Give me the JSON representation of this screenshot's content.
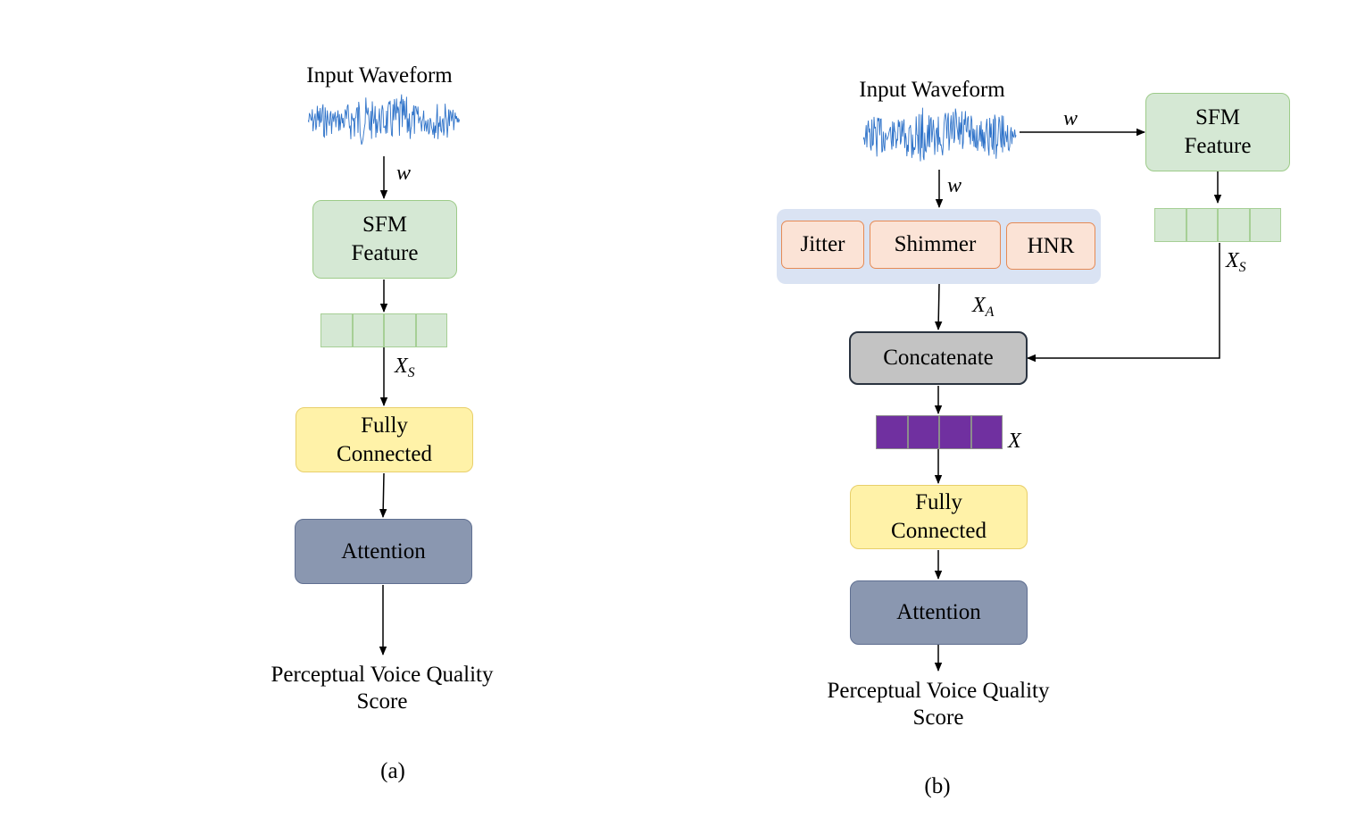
{
  "colors": {
    "sfm_fill": "#d5e8d4",
    "fc_fill": "#fff2a8",
    "attention_fill": "#8a97b0",
    "concat_fill": "#c3c3c3",
    "acoustic_fill": "#fbe3d6",
    "acoustic_panel": "#dae3f3",
    "fused_vector": "#7030a0",
    "waveform": "#2f73c9"
  },
  "icons": {
    "waveform": "audio-waveform-icon"
  },
  "panel_a": {
    "caption": "(a)",
    "input_label": "Input Waveform",
    "w_label": "w",
    "sfm": {
      "line1": "SFM",
      "line2": "Feature"
    },
    "xs_label": {
      "base": "X",
      "sub": "S"
    },
    "fc": {
      "line1": "Fully",
      "line2": "Connected"
    },
    "attention": "Attention",
    "output": {
      "line1": "Perceptual Voice Quality",
      "line2": "Score"
    }
  },
  "panel_b": {
    "caption": "(b)",
    "input_label": "Input Waveform",
    "w_label_right": "w",
    "w_label_down": "w",
    "sfm": {
      "line1": "SFM",
      "line2": "Feature"
    },
    "acoustic_features": [
      "Jitter",
      "Shimmer",
      "HNR"
    ],
    "xa_label": {
      "base": "X",
      "sub": "A"
    },
    "xs_label": {
      "base": "X",
      "sub": "S"
    },
    "concat": "Concatenate",
    "x_label": "X",
    "fc": {
      "line1": "Fully",
      "line2": "Connected"
    },
    "attention": "Attention",
    "output": {
      "line1": "Perceptual Voice Quality",
      "line2": "Score"
    }
  }
}
